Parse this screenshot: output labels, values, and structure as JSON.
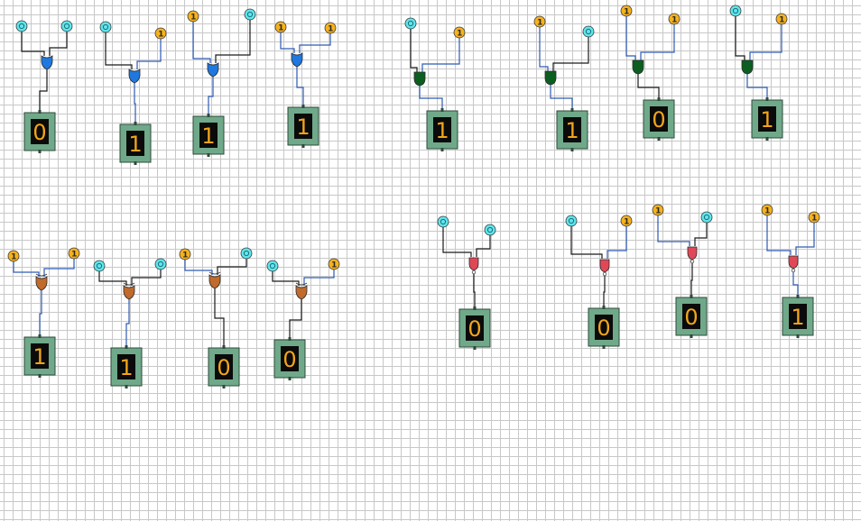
{
  "colors": {
    "grid": "#c8c8c8",
    "input_low": "#5fe6ee",
    "input_high": "#f6b21d",
    "wire_low": "#1a1a1a",
    "wire_high": "#2d5bb5",
    "display_body": "#6fa98a",
    "display_border": "#2f4a3b",
    "display_screen": "#0b0b0b",
    "display_digit": "#f2a51a",
    "gate_or": "#1e78e0",
    "gate_and": "#0b5e20",
    "gate_xor": "#c06a2c",
    "gate_nor": "#e04858"
  },
  "circuits": [
    {
      "gate": "or",
      "in_a": "0",
      "in_b": "0",
      "out": "0"
    },
    {
      "gate": "or",
      "in_a": "0",
      "in_b": "1",
      "out": "1"
    },
    {
      "gate": "or",
      "in_a": "1",
      "in_b": "0",
      "out": "1"
    },
    {
      "gate": "or",
      "in_a": "1",
      "in_b": "1",
      "out": "1"
    },
    {
      "gate": "and",
      "in_a": "0",
      "in_b": "1",
      "out": "1"
    },
    {
      "gate": "and",
      "in_a": "1",
      "in_b": "0",
      "out": "1"
    },
    {
      "gate": "and",
      "in_a": "1",
      "in_b": "1",
      "out": "0"
    },
    {
      "gate": "and",
      "in_a": "0",
      "in_b": "1",
      "out": "1"
    },
    {
      "gate": "xor",
      "in_a": "1",
      "in_b": "1",
      "out": "1"
    },
    {
      "gate": "xor",
      "in_a": "0",
      "in_b": "0",
      "out": "1"
    },
    {
      "gate": "xor",
      "in_a": "1",
      "in_b": "0",
      "out": "0"
    },
    {
      "gate": "xor",
      "in_a": "0",
      "in_b": "1",
      "out": "0"
    },
    {
      "gate": "nor",
      "in_a": "0",
      "in_b": "0",
      "out": "0"
    },
    {
      "gate": "nor",
      "in_a": "0",
      "in_b": "1",
      "out": "0"
    },
    {
      "gate": "nor",
      "in_a": "1",
      "in_b": "0",
      "out": "0"
    },
    {
      "gate": "nor",
      "in_a": "1",
      "in_b": "1",
      "out": "1"
    }
  ]
}
